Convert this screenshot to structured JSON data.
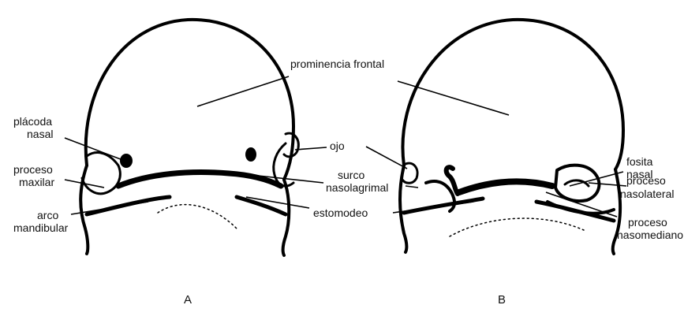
{
  "panels": {
    "a": {
      "letter": "A",
      "labels": {
        "prominencia_frontal": "prominencia frontal",
        "placoda_nasal_1": "plácoda",
        "placoda_nasal_2": "nasal",
        "proceso_maxilar_1": "proceso",
        "proceso_maxilar_2": "maxilar",
        "arco_mandibular_1": "arco",
        "arco_mandibular_2": "mandibular",
        "ojo": "ojo",
        "surco_1": "surco",
        "surco_2": "nasolagrimal",
        "estomodeo": "estomodeo"
      }
    },
    "b": {
      "letter": "B",
      "labels": {
        "fosita_1": "fosita",
        "fosita_2": "nasal",
        "proceso_nasolateral_1": "proceso",
        "proceso_nasolateral_2": "nasolateral",
        "proceso_nasomediano_1": "proceso",
        "proceso_nasomediano_2": "nasomediano"
      }
    }
  }
}
